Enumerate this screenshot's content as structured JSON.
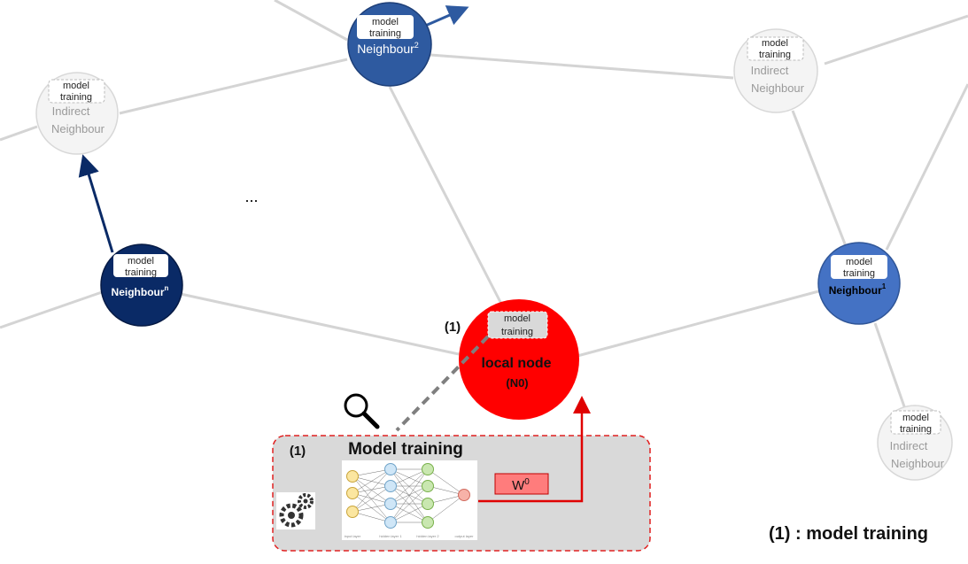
{
  "nodes": {
    "neighbour2": {
      "label": "Neighbour",
      "sup": "2",
      "tag_line1": "model",
      "tag_line2": "training",
      "color": "#2e5aa0"
    },
    "neighbour1": {
      "label": "Neighbour",
      "sup": "1",
      "tag_line1": "model",
      "tag_line2": "training",
      "color": "#4472c4"
    },
    "neighbourN": {
      "label": "Neighbour",
      "sup": "n",
      "tag_line1": "model",
      "tag_line2": "training",
      "color": "#0a2a66"
    },
    "indirect_left": {
      "line1": "Indirect",
      "line2": "Neighbour",
      "tag_line1": "model",
      "tag_line2": "training"
    },
    "indirect_topright": {
      "line1": "Indirect",
      "line2": "Neighbour",
      "tag_line1": "model",
      "tag_line2": "training"
    },
    "indirect_bottomright": {
      "line1": "Indirect",
      "line2": "Neighbour",
      "tag_line1": "model",
      "tag_line2": "training"
    },
    "local": {
      "line1": "local node",
      "line2": "(N0)",
      "tag_line1": "model",
      "tag_line2": "training",
      "color": "#ff0000"
    }
  },
  "ellipsis": "...",
  "local_step_marker": "(1)",
  "training_panel": {
    "step": "(1)",
    "title": "Model training",
    "weight_label": "W",
    "weight_sup": "0",
    "nn_layer_labels": [
      "input layer",
      "hidden layer 1",
      "hidden layer 2",
      "output layer"
    ]
  },
  "legend": "(1) : model training",
  "icons": [
    "magnifier-icon",
    "gears-icon",
    "neural-network-image"
  ]
}
